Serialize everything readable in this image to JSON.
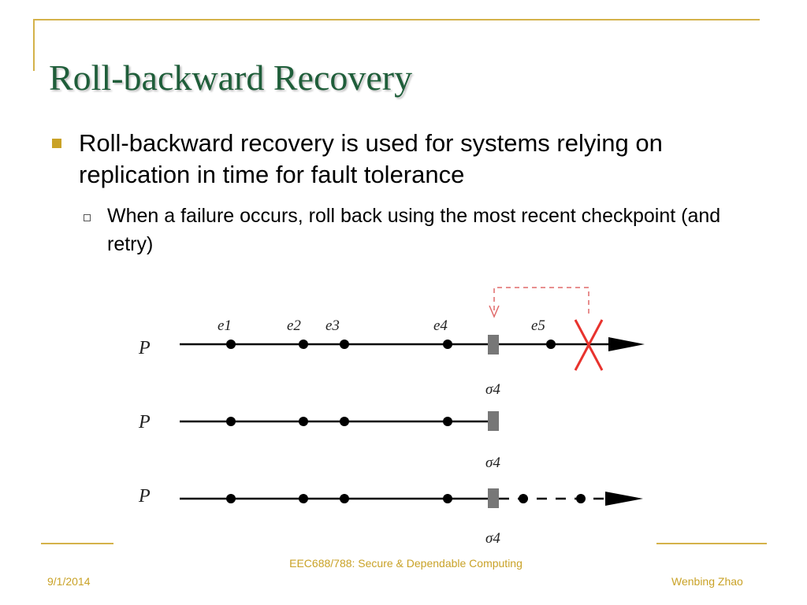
{
  "slide": {
    "title": "Roll-backward Recovery",
    "bullet_1": "Roll-backward recovery is used for systems relying on replication in time for fault tolerance",
    "bullet_1_1": "When a failure occurs, roll back using the most recent checkpoint (and retry)"
  },
  "diagram": {
    "process_label": "P",
    "event_labels": [
      "e1",
      "e2",
      "e3",
      "e4",
      "e5"
    ],
    "checkpoint_label": "σ4"
  },
  "footer": {
    "date": "9/1/2014",
    "course": "EEC688/788: Secure & Dependable Computing",
    "author": "Wenbing Zhao"
  },
  "colors": {
    "accent": "#c9a227",
    "title": "#1f5e3a",
    "failure": "#e8332e"
  }
}
